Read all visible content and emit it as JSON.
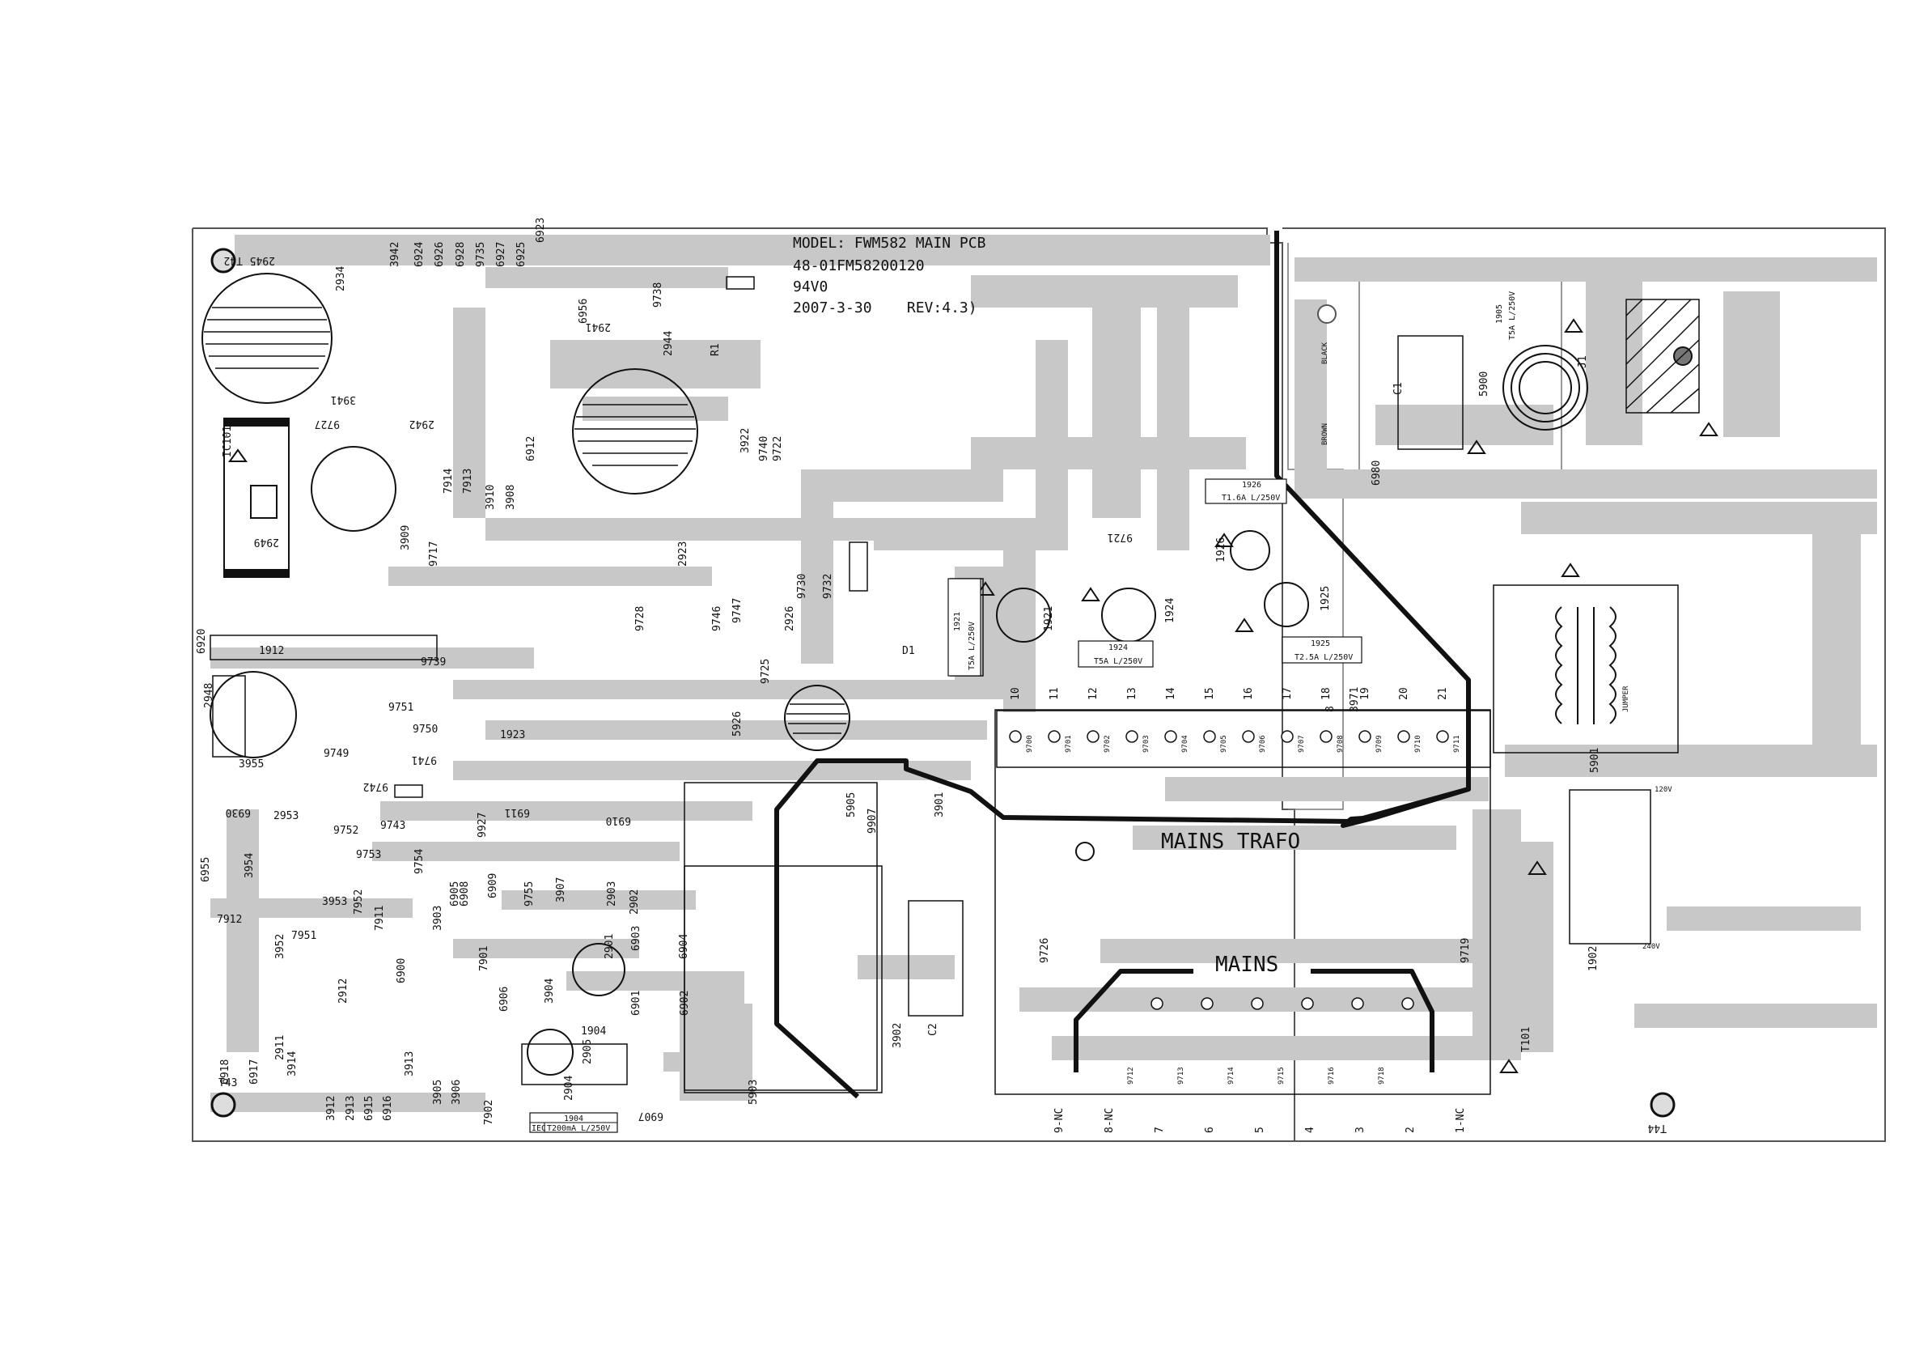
{
  "header": {
    "model": "MODEL: FWM582 MAIN PCB",
    "part_no": "48-01FM58200120",
    "rating": "94V0",
    "date_rev": "2007-3-30    REV:4.3)"
  },
  "sections": {
    "mains_trafo": "MAINS TRAFO",
    "mains": "MAINS",
    "jumper": "JUMPER",
    "t101": "T101"
  },
  "wire_labels": {
    "black": "BLACK",
    "brown": "BROWN",
    "v120": "120V",
    "v240": "240V"
  },
  "fuses": {
    "f1904_ref": "1904",
    "f1904_rating": "T200mA L/250V",
    "f1921_ref": "1921",
    "f1921_rating": "T5A L/250V",
    "f1924_ref": "1924",
    "f1924_rating": "T5A L/250V",
    "f1925_ref": "1925",
    "f1925_rating": "T2.5A L/250V",
    "f1926_ref": "1926",
    "f1926_rating": "T1.6A L/250V",
    "f1905_ref": "1905",
    "f1905_rating": "T5A L/250V",
    "iec": "IEC"
  },
  "connector_top": [
    "10",
    "11",
    "12",
    "13",
    "14",
    "15",
    "16",
    "17",
    "18",
    "19",
    "20",
    "21"
  ],
  "connector_top_jumpers": [
    "9700",
    "9701",
    "9702",
    "9703",
    "9704",
    "9705",
    "9706",
    "9707",
    "9708",
    "9709",
    "9710",
    "9711"
  ],
  "connector_bottom": [
    "9-NC",
    "8-NC",
    "7",
    "6",
    "5",
    "4",
    "3",
    "2",
    "1-NC"
  ],
  "connector_bottom_jumpers": [
    "9712",
    "9713",
    "9714",
    "9715",
    "9716",
    "9718"
  ],
  "ic_labels": [
    "IC101",
    "2945",
    "2934",
    "2949",
    "2948",
    "3942",
    "6924",
    "6926",
    "6928",
    "9735",
    "6927",
    "6925",
    "6923",
    "6956",
    "2941",
    "2944",
    "9738",
    "R1",
    "3922",
    "9740",
    "9722",
    "3941",
    "9727",
    "2942",
    "7914",
    "7913",
    "3910",
    "3908",
    "6912",
    "3909",
    "9717",
    "2923",
    "9728",
    "9746",
    "9747",
    "2926",
    "9730",
    "9732",
    "D1",
    "9725",
    "5926",
    "1912",
    "6920",
    "9739",
    "9751",
    "9750",
    "9741",
    "1923",
    "3955",
    "9749",
    "6930",
    "2953",
    "9742",
    "9752",
    "9743",
    "9753",
    "9754",
    "9927",
    "6911",
    "6910",
    "6955",
    "3954",
    "7912",
    "3953",
    "3952",
    "7951",
    "7952",
    "7911",
    "6900",
    "3903",
    "6905",
    "6908",
    "6909",
    "9755",
    "3907",
    "2903",
    "2902",
    "6903",
    "2901",
    "6904",
    "5905",
    "9907",
    "3901",
    "C2",
    "3902",
    "5903",
    "6901",
    "6902",
    "1904b",
    "2905",
    "2904",
    "6907",
    "6906",
    "3904",
    "7901",
    "7902",
    "3905",
    "3906",
    "3913",
    "6916",
    "6915",
    "2913",
    "3912",
    "3914",
    "2911",
    "2912",
    "6917",
    "6918",
    "9726",
    "9719",
    "1902",
    "5901",
    "9721",
    "1926b",
    "1924b",
    "1925b",
    "1921b",
    "C1",
    "5900",
    "J1",
    "T42",
    "T43",
    "T44",
    "6980",
    "3971",
    "8"
  ]
}
